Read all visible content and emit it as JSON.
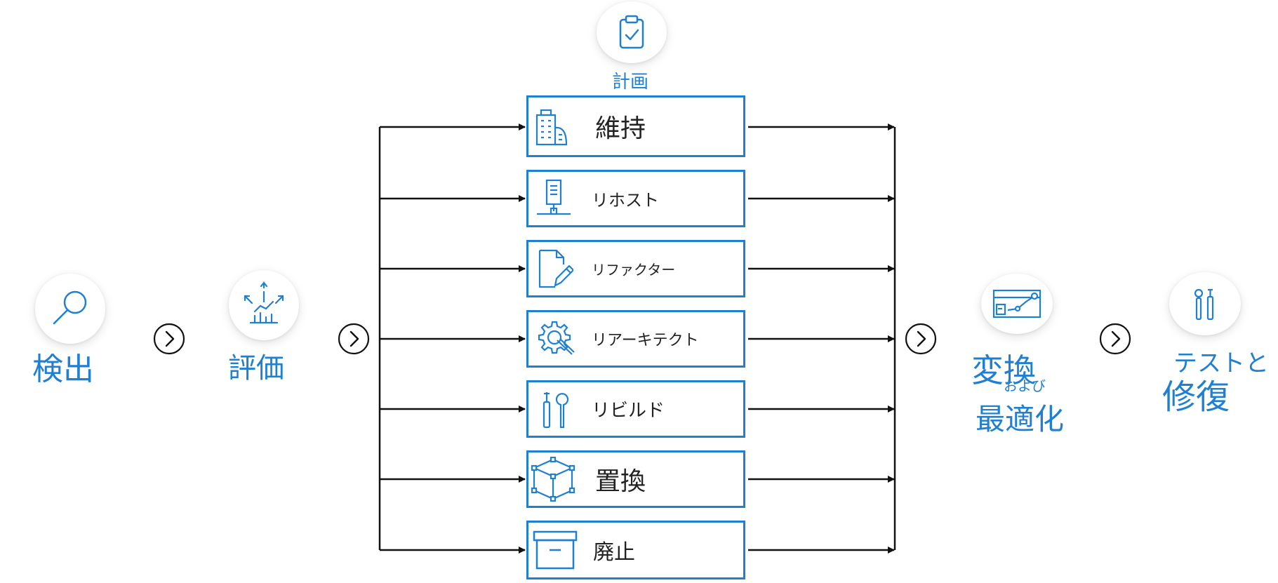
{
  "colors": {
    "accent": "#1f7fd1",
    "line": "#111111",
    "text": "#222222"
  },
  "stages": {
    "discover": {
      "label": "検出",
      "icon": "magnifier-icon"
    },
    "assess": {
      "label": "評価",
      "icon": "assessment-icon"
    },
    "plan": {
      "label": "計画",
      "icon": "clipboard-check-icon"
    },
    "transform": {
      "label_main": "変換",
      "label_connector": "および",
      "label_second": "最適化",
      "icon": "dashboard-icon"
    },
    "test": {
      "label_line1": "テストと",
      "label_line2": "修復",
      "icon": "tools-icon"
    }
  },
  "options": [
    {
      "label": "維持",
      "icon": "building-icon"
    },
    {
      "label": "リホスト",
      "icon": "server-icon"
    },
    {
      "label": "リファクター",
      "icon": "document-edit-icon"
    },
    {
      "label": "リアーキテクト",
      "icon": "gear-wrench-icon"
    },
    {
      "label": "リビルド",
      "icon": "tools-icon"
    },
    {
      "label": "置換",
      "icon": "cube-icon"
    },
    {
      "label": "廃止",
      "icon": "archive-box-icon"
    }
  ]
}
